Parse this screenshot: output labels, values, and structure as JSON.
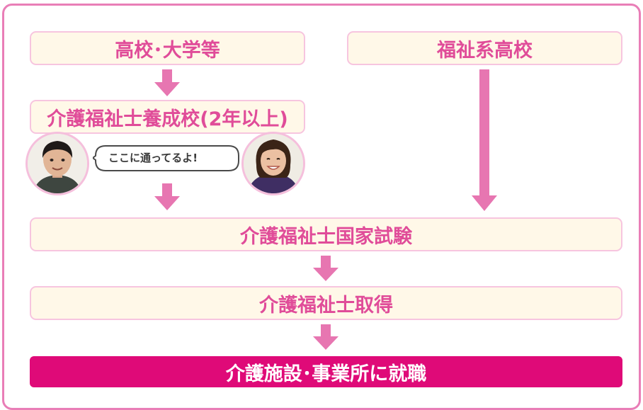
{
  "colors": {
    "frame": "#e97eb7",
    "box_fill": "#fff8e8",
    "box_border": "#f7c5df",
    "text": "#e04c99",
    "arrow": "#e776b1",
    "final_fill": "#df0a78",
    "final_text": "#ffffff"
  },
  "steps": {
    "high_school_university": "高校･大学等",
    "welfare_high_school": "福祉系高校",
    "training_school": "介護福祉士養成校(2年以上)",
    "national_exam": "介護福祉士国家試験",
    "acquisition": "介護福祉士取得",
    "employment": "介護施設･事業所に就職"
  },
  "speech_bubble": "ここに通ってるよ!",
  "avatars": [
    "male-student-photo",
    "female-student-photo"
  ]
}
